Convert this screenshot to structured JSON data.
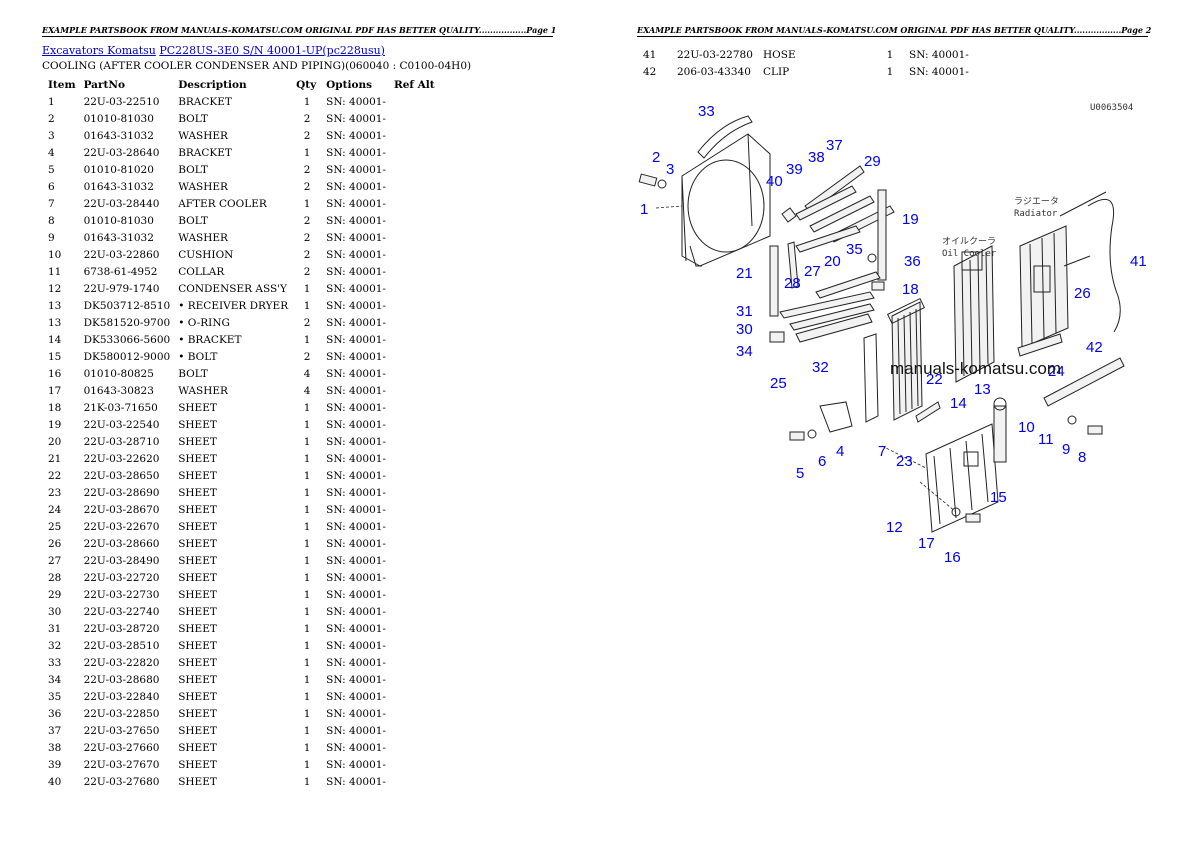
{
  "header_text": "EXAMPLE PARTSBOOK FROM MANUALS-KOMATSU.COM ORIGINAL PDF HAS BETTER QUALITY.................",
  "page1_label": "Page 1",
  "page2_label": "Page 2",
  "breadcrumb": {
    "category": "Excavators Komatsu",
    "model": "PC228US-3E0 S/N 40001-UP(pc228usu)"
  },
  "section_title": "COOLING (AFTER COOLER CONDENSER AND PIPING)(060040 : C0100-04H0)",
  "columns": {
    "item": "Item",
    "partno": "PartNo",
    "description": "Description",
    "qty": "Qty",
    "options": "Options",
    "refalt": "Ref Alt"
  },
  "parts_page1": [
    {
      "item": "1",
      "partno": "22U-03-22510",
      "desc": "BRACKET",
      "qty": "1",
      "opt": "SN: 40001-"
    },
    {
      "item": "2",
      "partno": "01010-81030",
      "desc": "BOLT",
      "qty": "2",
      "opt": "SN: 40001-"
    },
    {
      "item": "3",
      "partno": "01643-31032",
      "desc": "WASHER",
      "qty": "2",
      "opt": "SN: 40001-"
    },
    {
      "item": "4",
      "partno": "22U-03-28640",
      "desc": "BRACKET",
      "qty": "1",
      "opt": "SN: 40001-"
    },
    {
      "item": "5",
      "partno": "01010-81020",
      "desc": "BOLT",
      "qty": "2",
      "opt": "SN: 40001-"
    },
    {
      "item": "6",
      "partno": "01643-31032",
      "desc": "WASHER",
      "qty": "2",
      "opt": "SN: 40001-"
    },
    {
      "item": "7",
      "partno": "22U-03-28440",
      "desc": "AFTER COOLER",
      "qty": "1",
      "opt": "SN: 40001-"
    },
    {
      "item": "8",
      "partno": "01010-81030",
      "desc": "BOLT",
      "qty": "2",
      "opt": "SN: 40001-"
    },
    {
      "item": "9",
      "partno": "01643-31032",
      "desc": "WASHER",
      "qty": "2",
      "opt": "SN: 40001-"
    },
    {
      "item": "10",
      "partno": "22U-03-22860",
      "desc": "CUSHION",
      "qty": "2",
      "opt": "SN: 40001-"
    },
    {
      "item": "11",
      "partno": "6738-61-4952",
      "desc": "COLLAR",
      "qty": "2",
      "opt": "SN: 40001-"
    },
    {
      "item": "12",
      "partno": "22U-979-1740",
      "desc": "CONDENSER ASS'Y",
      "qty": "1",
      "opt": "SN: 40001-"
    },
    {
      "item": "13",
      "partno": "DK503712-8510",
      "desc": "• RECEIVER DRYER",
      "qty": "1",
      "opt": "SN: 40001-"
    },
    {
      "item": "13",
      "partno": "DK581520-9700",
      "desc": "• O-RING",
      "qty": "2",
      "opt": "SN: 40001-"
    },
    {
      "item": "14",
      "partno": "DK533066-5600",
      "desc": "• BRACKET",
      "qty": "1",
      "opt": "SN: 40001-"
    },
    {
      "item": "15",
      "partno": "DK580012-9000",
      "desc": "• BOLT",
      "qty": "2",
      "opt": "SN: 40001-"
    },
    {
      "item": "16",
      "partno": "01010-80825",
      "desc": "BOLT",
      "qty": "4",
      "opt": "SN: 40001-"
    },
    {
      "item": "17",
      "partno": "01643-30823",
      "desc": "WASHER",
      "qty": "4",
      "opt": "SN: 40001-"
    },
    {
      "item": "18",
      "partno": "21K-03-71650",
      "desc": "SHEET",
      "qty": "1",
      "opt": "SN: 40001-"
    },
    {
      "item": "19",
      "partno": "22U-03-22540",
      "desc": "SHEET",
      "qty": "1",
      "opt": "SN: 40001-"
    },
    {
      "item": "20",
      "partno": "22U-03-28710",
      "desc": "SHEET",
      "qty": "1",
      "opt": "SN: 40001-"
    },
    {
      "item": "21",
      "partno": "22U-03-22620",
      "desc": "SHEET",
      "qty": "1",
      "opt": "SN: 40001-"
    },
    {
      "item": "22",
      "partno": "22U-03-28650",
      "desc": "SHEET",
      "qty": "1",
      "opt": "SN: 40001-"
    },
    {
      "item": "23",
      "partno": "22U-03-28690",
      "desc": "SHEET",
      "qty": "1",
      "opt": "SN: 40001-"
    },
    {
      "item": "24",
      "partno": "22U-03-28670",
      "desc": "SHEET",
      "qty": "1",
      "opt": "SN: 40001-"
    },
    {
      "item": "25",
      "partno": "22U-03-22670",
      "desc": "SHEET",
      "qty": "1",
      "opt": "SN: 40001-"
    },
    {
      "item": "26",
      "partno": "22U-03-28660",
      "desc": "SHEET",
      "qty": "1",
      "opt": "SN: 40001-"
    },
    {
      "item": "27",
      "partno": "22U-03-28490",
      "desc": "SHEET",
      "qty": "1",
      "opt": "SN: 40001-"
    },
    {
      "item": "28",
      "partno": "22U-03-22720",
      "desc": "SHEET",
      "qty": "1",
      "opt": "SN: 40001-"
    },
    {
      "item": "29",
      "partno": "22U-03-22730",
      "desc": "SHEET",
      "qty": "1",
      "opt": "SN: 40001-"
    },
    {
      "item": "30",
      "partno": "22U-03-22740",
      "desc": "SHEET",
      "qty": "1",
      "opt": "SN: 40001-"
    },
    {
      "item": "31",
      "partno": "22U-03-28720",
      "desc": "SHEET",
      "qty": "1",
      "opt": "SN: 40001-"
    },
    {
      "item": "32",
      "partno": "22U-03-28510",
      "desc": "SHEET",
      "qty": "1",
      "opt": "SN: 40001-"
    },
    {
      "item": "33",
      "partno": "22U-03-22820",
      "desc": "SHEET",
      "qty": "1",
      "opt": "SN: 40001-"
    },
    {
      "item": "34",
      "partno": "22U-03-28680",
      "desc": "SHEET",
      "qty": "1",
      "opt": "SN: 40001-"
    },
    {
      "item": "35",
      "partno": "22U-03-22840",
      "desc": "SHEET",
      "qty": "1",
      "opt": "SN: 40001-"
    },
    {
      "item": "36",
      "partno": "22U-03-22850",
      "desc": "SHEET",
      "qty": "1",
      "opt": "SN: 40001-"
    },
    {
      "item": "37",
      "partno": "22U-03-27650",
      "desc": "SHEET",
      "qty": "1",
      "opt": "SN: 40001-"
    },
    {
      "item": "38",
      "partno": "22U-03-27660",
      "desc": "SHEET",
      "qty": "1",
      "opt": "SN: 40001-"
    },
    {
      "item": "39",
      "partno": "22U-03-27670",
      "desc": "SHEET",
      "qty": "1",
      "opt": "SN: 40001-"
    },
    {
      "item": "40",
      "partno": "22U-03-27680",
      "desc": "SHEET",
      "qty": "1",
      "opt": "SN: 40001-"
    }
  ],
  "parts_page2": [
    {
      "item": "41",
      "partno": "22U-03-22780",
      "desc": "HOSE",
      "qty": "1",
      "opt": "SN: 40001-"
    },
    {
      "item": "42",
      "partno": "206-03-43340",
      "desc": "CLIP",
      "qty": "1",
      "opt": "SN: 40001-"
    }
  ],
  "diagram": {
    "drawing_code": "U0063504",
    "radiator_jp": "ラジエータ",
    "radiator_en": "Radiator",
    "oilcooler_jp": "オイルクーラ",
    "oilcooler_en": "Oil Cooler",
    "watermark": "manuals-komatsu.com",
    "callout_color": "#0000ee"
  }
}
